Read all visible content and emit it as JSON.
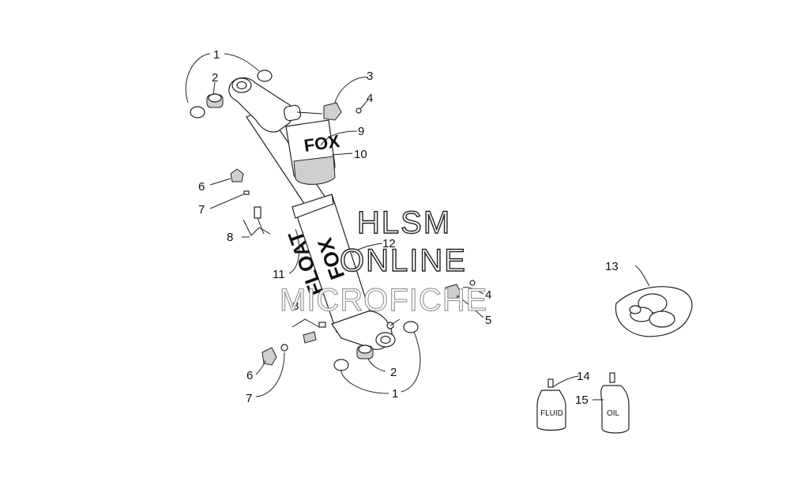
{
  "watermark": {
    "line1": "HLSM",
    "line2": "ONLINE",
    "line3": "MICROFICHE"
  },
  "brand": {
    "top_logo": "FOX",
    "body_logo": "FOX",
    "body_model": "FLOAT"
  },
  "bottles": {
    "fluid_label": "FLUID",
    "oil_label": "OIL"
  },
  "callouts": {
    "c1_top": "1",
    "c2_top": "2",
    "c3": "3",
    "c4_top": "4",
    "c9": "9",
    "c10": "10",
    "c6_top": "6",
    "c7_top": "7",
    "c8_top": "8",
    "c11": "11",
    "c12": "12",
    "c13": "13",
    "c8_bot": "8",
    "c4_bot": "4",
    "c5": "5",
    "c6_bot": "6",
    "c2_bot": "2",
    "c7_bot": "7",
    "c1_bot": "1",
    "c14": "14",
    "c15": "15"
  }
}
